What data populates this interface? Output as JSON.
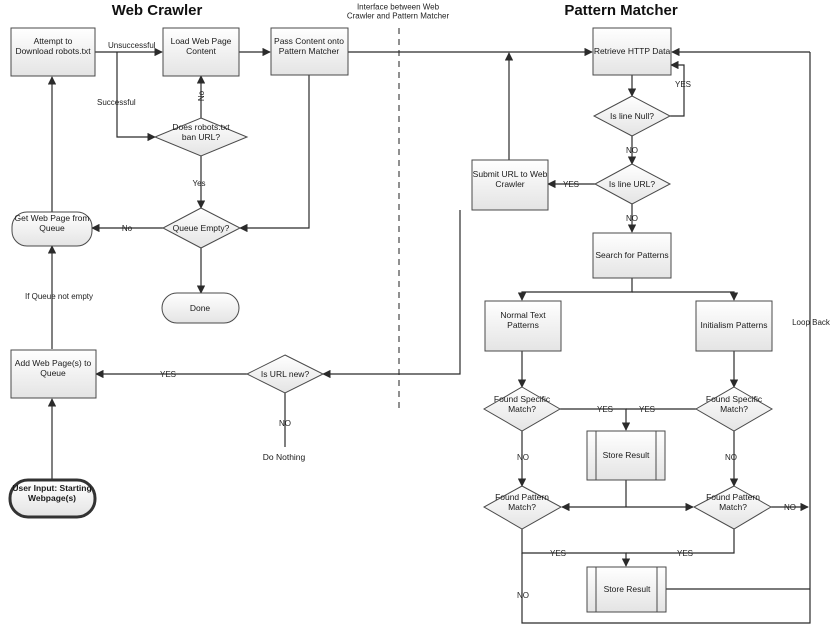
{
  "headings": {
    "web_crawler": "Web Crawler",
    "pattern_matcher": "Pattern Matcher",
    "interface": [
      "Interface between Web",
      "Crawler and Pattern Matcher"
    ]
  },
  "nodes": {
    "attempt_download": [
      "Attempt to",
      "Download robots.txt"
    ],
    "load_page": [
      "Load Web Page",
      "Content"
    ],
    "pass_content": [
      "Pass Content onto",
      "Pattern Matcher"
    ],
    "robots_ban": [
      "Does robots.txt",
      "ban URL?"
    ],
    "get_page": [
      "Get Web Page from",
      "Queue"
    ],
    "queue_empty": [
      "Queue Empty?"
    ],
    "done": [
      "Done"
    ],
    "add_page": [
      "Add Web Page(s) to",
      "Queue"
    ],
    "user_input": [
      "User Input: Starting",
      "Webpage(s)"
    ],
    "url_new": [
      "Is URL new?"
    ],
    "do_nothing": [
      "Do Nothing"
    ],
    "retrieve_http": [
      "Retrieve HTTP Data"
    ],
    "line_null": [
      "Is line Null?"
    ],
    "submit_url": [
      "Submit URL to Web",
      "Crawler"
    ],
    "line_url": [
      "Is line URL?"
    ],
    "search_patterns": [
      "Search for Patterns"
    ],
    "normal_text": [
      "Normal Text",
      "Patterns"
    ],
    "initialism": [
      "Initialism Patterns"
    ],
    "found_specific_left": [
      "Found Specific",
      "Match?"
    ],
    "found_specific_right": [
      "Found Specific",
      "Match?"
    ],
    "store_result_1": [
      "Store Result"
    ],
    "found_pattern_left": [
      "Found Pattern",
      "Match?"
    ],
    "found_pattern_right": [
      "Found Pattern",
      "Match?"
    ],
    "store_result_2": [
      "Store Result"
    ]
  },
  "edge_labels": {
    "unsuccessful": "Unsuccessful",
    "successful": "Successful",
    "no_robots": "No",
    "yes_robots": "Yes",
    "no_queue": "No",
    "if_queue_not_empty": "If Queue not empty",
    "yes_url_new": "YES",
    "no_url_new": "NO",
    "yes_null": "YES",
    "no_null": "NO",
    "yes_line_url": "YES",
    "no_line_url": "NO",
    "yes_specific_left": "YES",
    "yes_specific_right": "YES",
    "no_specific_left": "NO",
    "no_specific_right": "NO",
    "yes_pattern_left": "YES",
    "yes_pattern_right": "YES",
    "no_pattern_left": "NO",
    "no_pattern_right": "NO",
    "loop_back": "Loop Back"
  }
}
